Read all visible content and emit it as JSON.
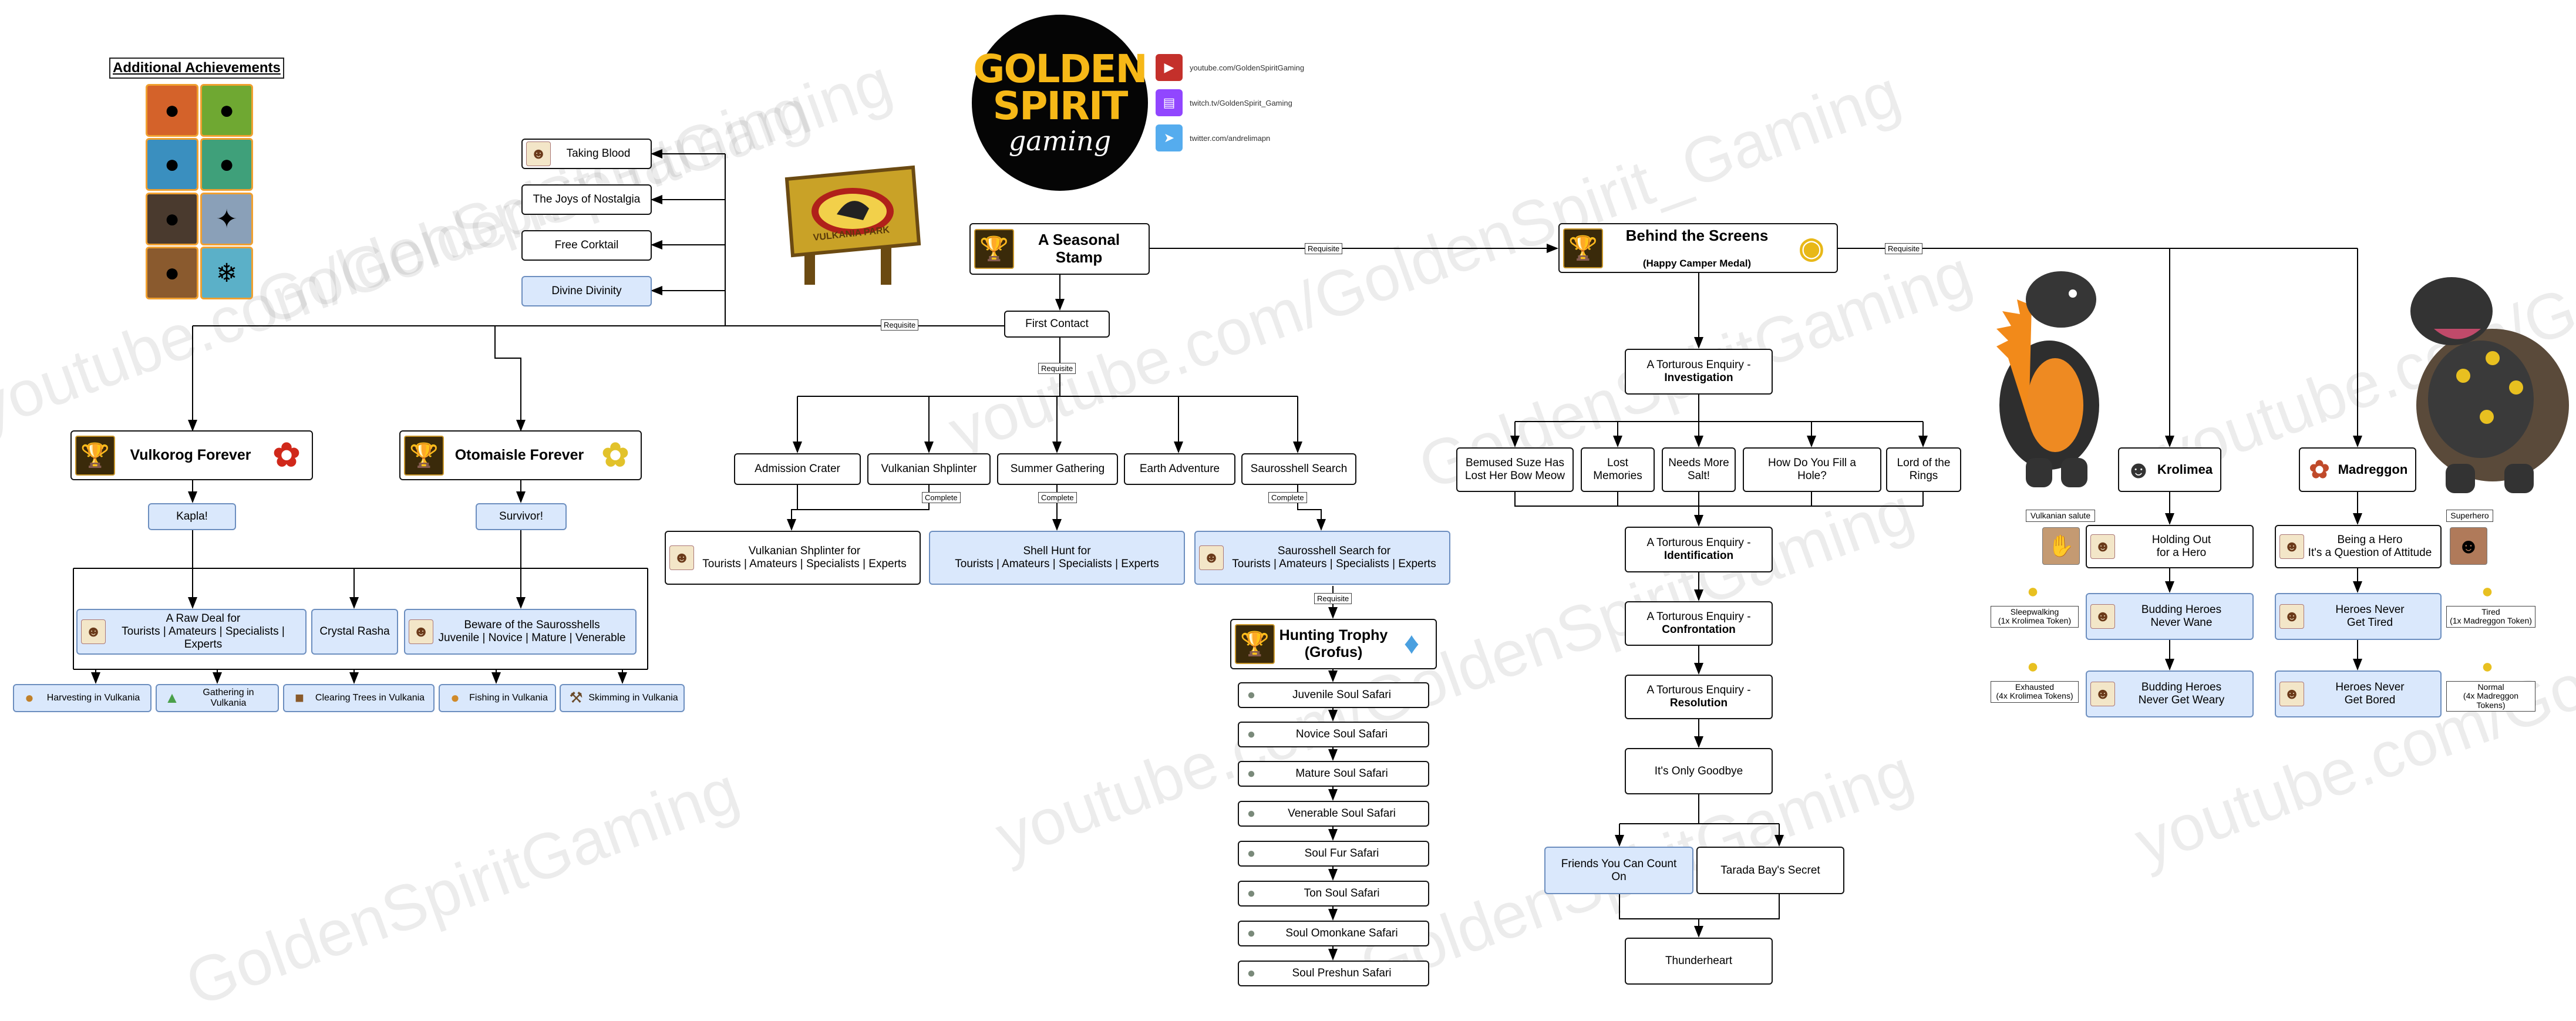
{
  "branding": {
    "logo_line1": "GOLDEN",
    "logo_line2": "SPIRIT",
    "logo_line3": "gaming",
    "socials": [
      {
        "icon": "youtube-icon",
        "text": "youtube.com/GoldenSpiritGaming",
        "color": "#c4302b"
      },
      {
        "icon": "twitch-icon",
        "text": "twitch.tv/GoldenSpirit_Gaming",
        "color": "#9146ff"
      },
      {
        "icon": "twitter-icon",
        "text": "twitter.com/andrelimapn",
        "color": "#55acee"
      }
    ],
    "sign_text": "VULKANIA PARK",
    "watermark_texts": [
      "youtube.com/GoldenSpiritGaming",
      "youtube.com/GoldenSpirit_Gaming",
      "GoldenSpiritGaming"
    ]
  },
  "additional_achievements": {
    "title": "Additional Achievements",
    "icons": [
      "fire-creature-icon",
      "green-creature-icon",
      "blue-fish-icon",
      "green-fish-icon",
      "dark-dino-icon",
      "silver-wings-icon",
      "brown-beast-icon",
      "ice-crystal-icon"
    ],
    "colors": [
      "#d4622a",
      "#6fa832",
      "#3a8fbf",
      "#3fa07a",
      "#4a3a2e",
      "#8aa0b8",
      "#8a5a2e",
      "#5bb0c8"
    ]
  },
  "labels": {
    "requisite": "Requisite",
    "complete": "Complete"
  },
  "top_boxes": [
    "Taking Blood",
    "The Joys of Nostalgia",
    "Free Corktail",
    "Divine Divinity"
  ],
  "seasonal_stamp": "A Seasonal Stamp",
  "first_contact": "First Contact",
  "vulkorog": {
    "title": "Vulkorog Forever",
    "child": "Kapla!"
  },
  "otomaisle": {
    "title": "Otomaisle Forever",
    "child": "Survivor!"
  },
  "mid_boxes": {
    "raw_deal": "A Raw Deal for\nTourists | Amateurs | Specialists | Experts",
    "crystal_rasha": "Crystal Rasha",
    "beware": "Beware of the Saurosshells\nJuvenile | Novice | Mature | Venerable"
  },
  "bottom_boxes": [
    "Harvesting in Vulkania",
    "Gathering in Vulkania",
    "Clearing Trees in Vulkania",
    "Fishing in Vulkania",
    "Skimming in Vulkania"
  ],
  "first_contact_children": [
    "Admission Crater",
    "Vulkanian Shplinter",
    "Summer Gathering",
    "Earth Adventure",
    "Saurosshell Search"
  ],
  "complete_children": [
    "Vulkanian Shplinter for\nTourists | Amateurs | Specialists | Experts",
    "Shell Hunt for\nTourists | Amateurs | Specialists | Experts",
    "Saurosshell Search for\nTourists | Amateurs | Specialists | Experts"
  ],
  "hunting_trophy": "Hunting Trophy\n(Grofus)",
  "safaris": [
    "Juvenile Soul Safari",
    "Novice Soul Safari",
    "Mature Soul Safari",
    "Venerable Soul Safari",
    "Soul Fur Safari",
    "Ton Soul Safari",
    "Soul Omonkane Safari",
    "Soul Preshun Safari"
  ],
  "behind_screens": {
    "title": "Behind the Screens",
    "subtitle": "(Happy Camper Medal)"
  },
  "enquiry": {
    "investigation_1": "A Torturous Enquiry -",
    "investigation_2": "Investigation",
    "identification_1": "A Torturous Enquiry -",
    "identification_2": "Identification",
    "confrontation_1": "A Torturous Enquiry -",
    "confrontation_2": "Confrontation",
    "resolution_1": "A Torturous Enquiry -",
    "resolution_2": "Resolution"
  },
  "investigation_children": [
    "Bemused Suze Has\nLost Her Bow Meow",
    "Lost\nMemories",
    "Needs More\nSalt!",
    "How Do You Fill a\nHole?",
    "Lord of the\nRings"
  ],
  "goodbye": "It's Only Goodbye",
  "goodbye_children": [
    "Friends You Can Count\nOn",
    "Tarada Bay's Secret"
  ],
  "thunderheart": "Thunderheart",
  "krolimea": {
    "title": "Krolimea",
    "items": [
      "Holding Out\nfor a Hero",
      "Budding Heroes\nNever Wane",
      "Budding Heroes\nNever Get Weary"
    ],
    "notes": [
      "Vulkanian salute",
      "Sleepwalking\n(1x Krolimea Token)",
      "Exhausted\n(4x Krolimea Tokens)"
    ]
  },
  "madreggon": {
    "title": "Madreggon",
    "items": [
      "Being a Hero\nIt's a Question of Attitude",
      "Heroes Never\nGet Tired",
      "Heroes Never\nGet Bored"
    ],
    "notes": [
      "Superhero",
      "Tired\n(1x Madreggon Token)",
      "Normal\n(4x Madreggon Tokens)"
    ]
  }
}
